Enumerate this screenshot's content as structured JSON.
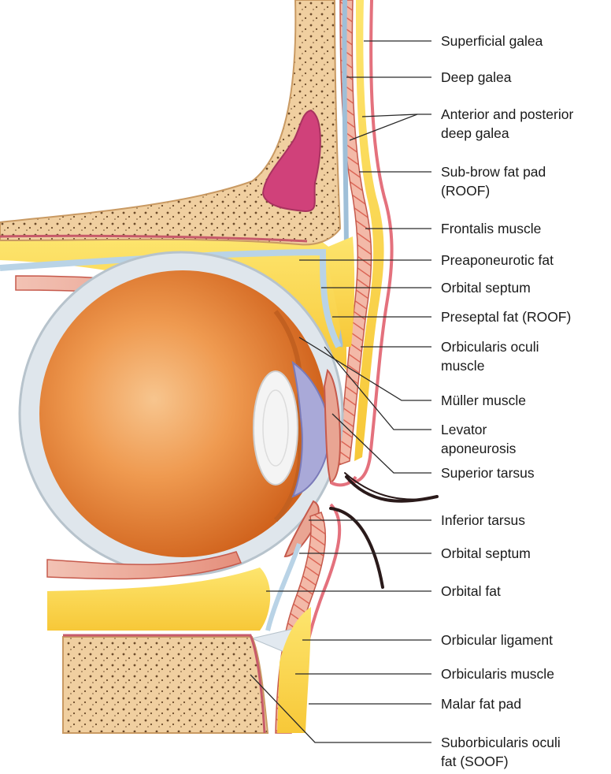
{
  "diagram": {
    "labels": [
      {
        "id": "superficial-galea",
        "lines": [
          "Superficial galea"
        ]
      },
      {
        "id": "deep-galea",
        "lines": [
          "Deep galea"
        ]
      },
      {
        "id": "anterior-posterior-deep-galea",
        "lines": [
          "Anterior and posterior",
          "deep galea"
        ]
      },
      {
        "id": "sub-brow-fat-pad",
        "lines": [
          "Sub-brow fat pad",
          "(ROOF)"
        ]
      },
      {
        "id": "frontalis-muscle",
        "lines": [
          "Frontalis muscle"
        ]
      },
      {
        "id": "preaponeurotic-fat",
        "lines": [
          "Preaponeurotic fat"
        ]
      },
      {
        "id": "orbital-septum-upper",
        "lines": [
          "Orbital septum"
        ]
      },
      {
        "id": "preseptal-fat",
        "lines": [
          "Preseptal fat (ROOF)"
        ]
      },
      {
        "id": "orbicularis-oculi-muscle",
        "lines": [
          "Orbicularis oculi",
          "muscle"
        ]
      },
      {
        "id": "muller-muscle",
        "lines": [
          "Müller muscle"
        ]
      },
      {
        "id": "levator-aponeurosis",
        "lines": [
          "Levator",
          "aponeurosis"
        ]
      },
      {
        "id": "superior-tarsus",
        "lines": [
          "Superior tarsus"
        ]
      },
      {
        "id": "inferior-tarsus",
        "lines": [
          "Inferior tarsus"
        ]
      },
      {
        "id": "orbital-septum-lower",
        "lines": [
          "Orbital septum"
        ]
      },
      {
        "id": "orbital-fat",
        "lines": [
          "Orbital fat"
        ]
      },
      {
        "id": "orbicular-ligament",
        "lines": [
          "Orbicular ligament"
        ]
      },
      {
        "id": "orbicularis-muscle",
        "lines": [
          "Orbicularis muscle"
        ]
      },
      {
        "id": "malar-fat-pad",
        "lines": [
          "Malar fat pad"
        ]
      },
      {
        "id": "soof",
        "lines": [
          "Suborbicularis oculi",
          "fat (SOOF)"
        ]
      }
    ],
    "colors": {
      "bone": "#f0cfa0",
      "bone_edge": "#c99a63",
      "fat": "#fbd54a",
      "muscle": "#e9a593",
      "muscle_dark": "#c65a4c",
      "fascia": "#b9d3e6",
      "sinus": "#d0417a",
      "eye_iris": "#e0752a",
      "eye_sclera": "#dfe6ec",
      "lens": "#f2f2f2",
      "cornea": "#a9a9d8",
      "skin": "#e4717d",
      "lash": "#2a1a1a"
    }
  }
}
